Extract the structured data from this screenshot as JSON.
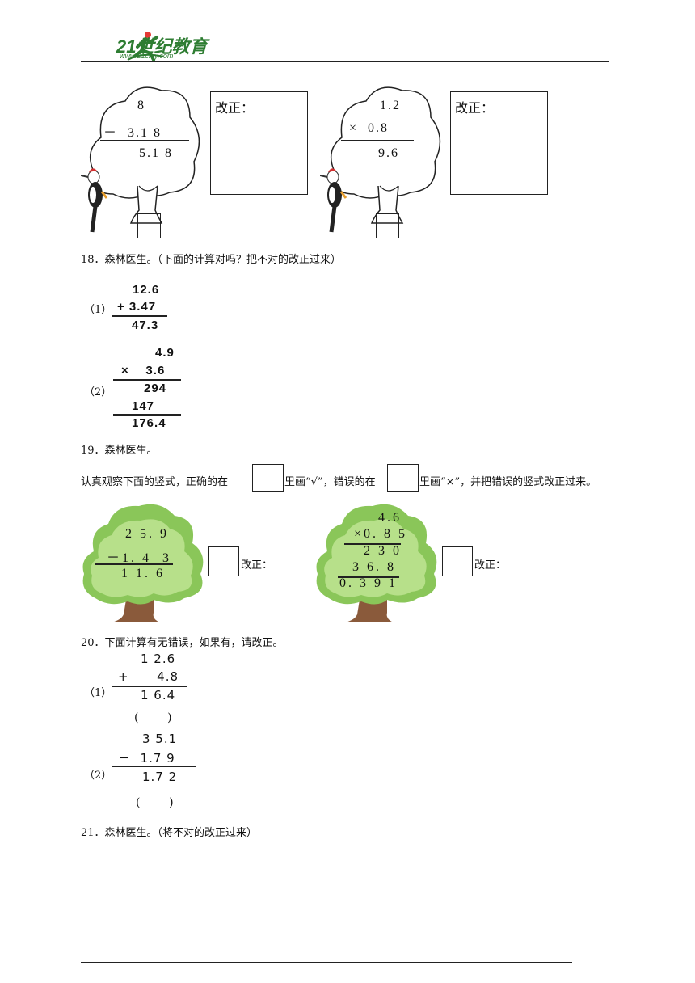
{
  "header": {
    "logo_main": "21世纪教育",
    "logo_sub": "www.21cnjy.com"
  },
  "top_section": {
    "left_calc": {
      "line1": "8",
      "line2": "－  3.1 8",
      "result": "5.1 8"
    },
    "left_correction_label": "改正：",
    "right_calc": {
      "line1": "1.2",
      "line2": "×  0.8",
      "result": "9.6"
    },
    "right_correction_label": "改正："
  },
  "q18": {
    "title": "18．森林医生。（下面的计算对吗？把不对的改正过来）",
    "part1": {
      "label": "（1）",
      "line1": "12.6",
      "line2": "+ 3.47",
      "result": "47.3"
    },
    "part2": {
      "label": "（2）",
      "line1": "4.9",
      "line2": "×    3.6",
      "partial1": "294",
      "partial2": "147",
      "result": "176.4"
    }
  },
  "q19": {
    "title": "19．森林医生。",
    "instr_a": "认真观察下面的竖式，正确的在",
    "instr_b": "里画“√”，错误的在",
    "instr_c": "里画“×”，并把错误的竖式改正过来。",
    "tree1": {
      "line1": "2 5. 9",
      "line2": "－1. 4  3",
      "result": "1 1. 6"
    },
    "tree1_label": "改正：",
    "tree2": {
      "line1": "4.6",
      "line2": "×0. 8 5",
      "partial1": "2 3 0",
      "partial2": "3 6. 8",
      "result": "0. 3 9 1"
    },
    "tree2_label": "改正："
  },
  "q20": {
    "title": "20．下面计算有无错误，如果有，请改正。",
    "part1": {
      "label": "（1）",
      "line1": "1 2.6",
      "line2": "+      4.8",
      "result": "1 6.4",
      "paren": "(        )"
    },
    "part2": {
      "label": "（2）",
      "line1": "3 5.1",
      "line2": "－  1.7 9",
      "result": "1.7 2",
      "paren": "(        )"
    }
  },
  "q21": {
    "title": "21．森林医生。（将不对的改正过来）"
  }
}
